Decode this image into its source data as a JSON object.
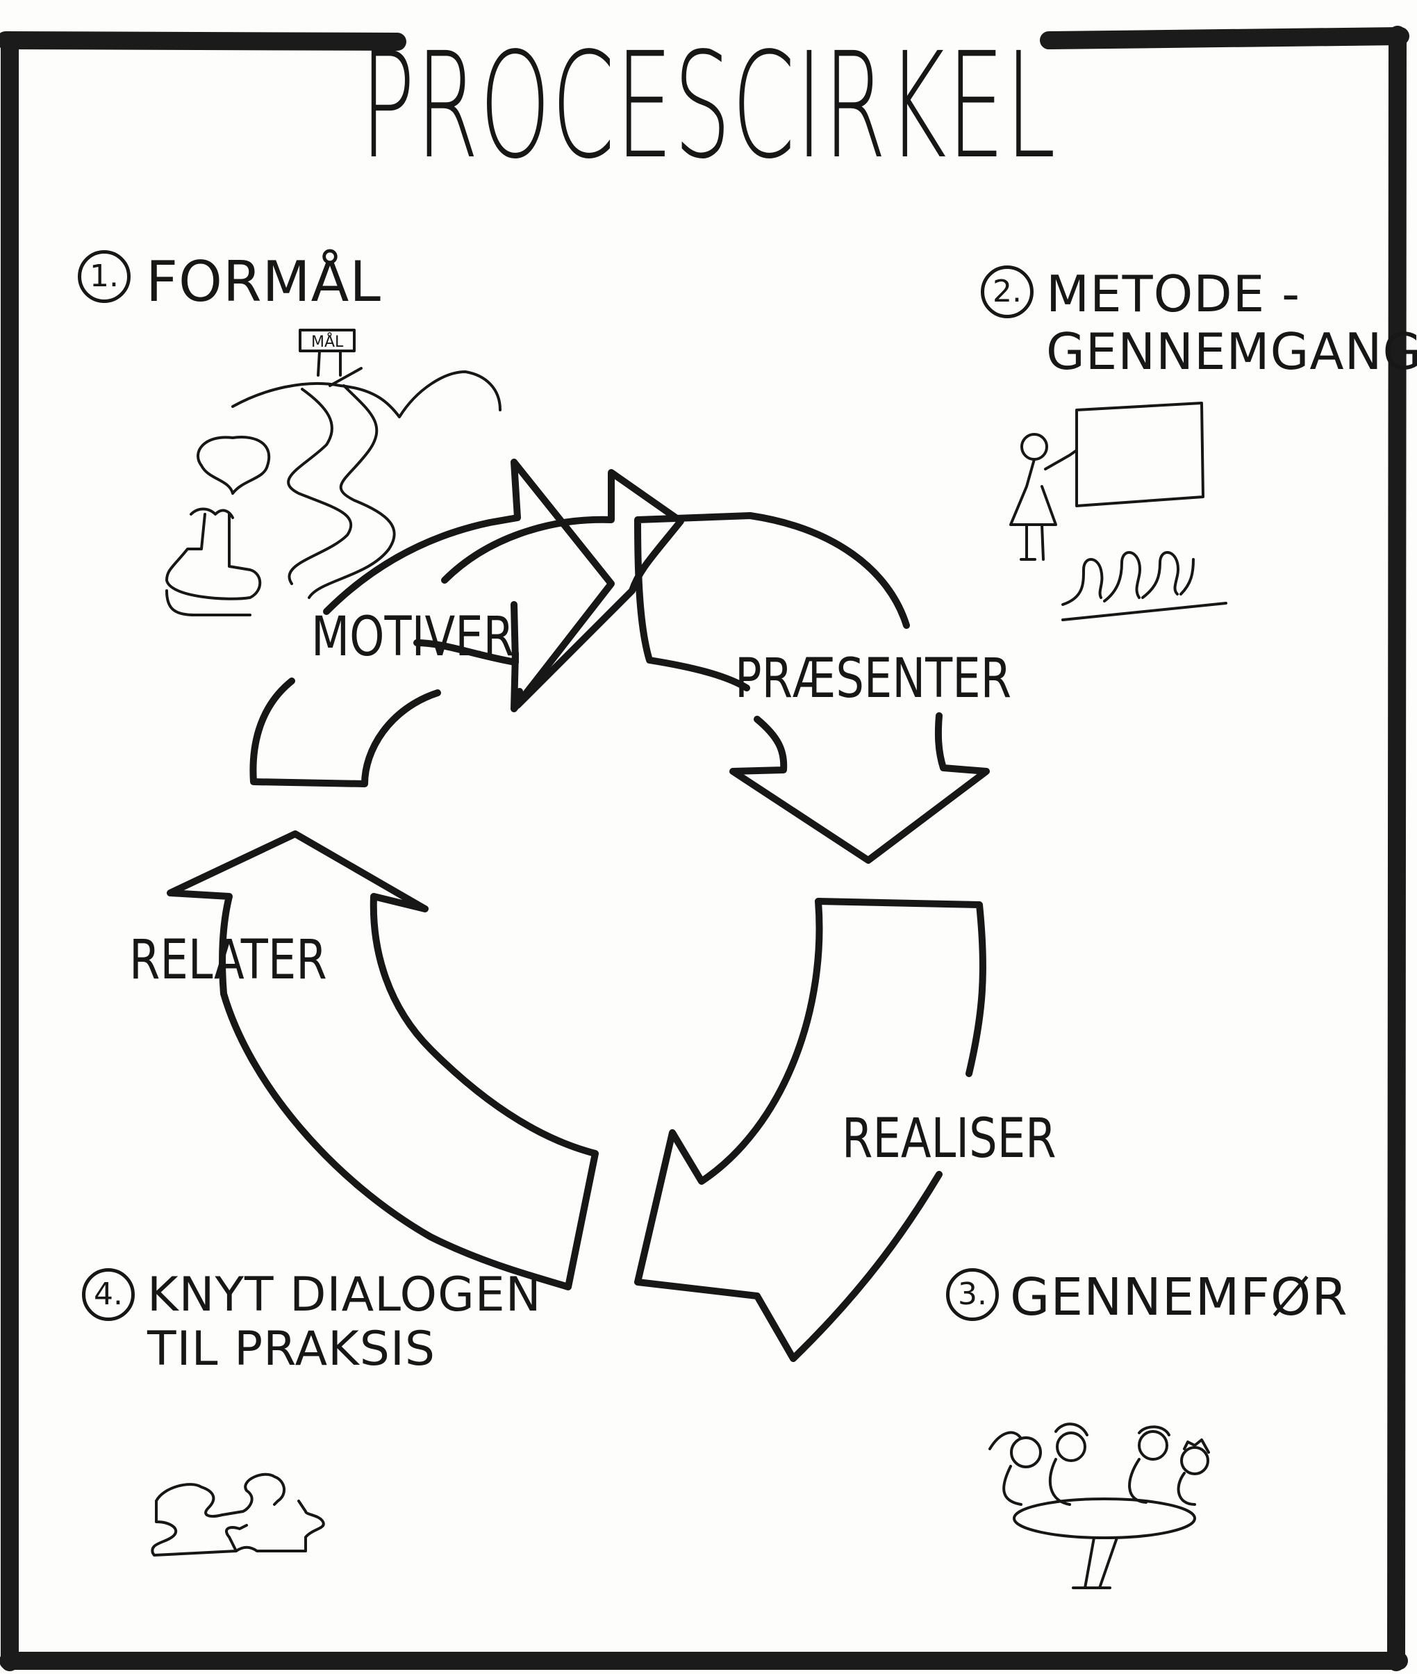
{
  "title": "PROCESCIRKEL",
  "steps": [
    {
      "number": "1.",
      "lines": [
        "FORMÅL"
      ],
      "icon": "mountain-goal-path-icon",
      "sign_text": "MÅL"
    },
    {
      "number": "2.",
      "lines": [
        "METODE -",
        "GENNEMGANG"
      ],
      "icon": "presenter-whiteboard-icon"
    },
    {
      "number": "3.",
      "lines": [
        "GENNEMFØR"
      ],
      "icon": "group-at-table-icon"
    },
    {
      "number": "4.",
      "lines": [
        "KNYT DIALOGEN",
        "TIL PRAKSIS"
      ],
      "icon": "puzzle-pieces-icon"
    }
  ],
  "cycle": [
    "MOTIVER",
    "PRÆSENTER",
    "REALISER",
    "RELATER"
  ],
  "colors": {
    "ink": "#171717",
    "paper": "#fdfdfb",
    "frame": "#1b1b1b"
  }
}
